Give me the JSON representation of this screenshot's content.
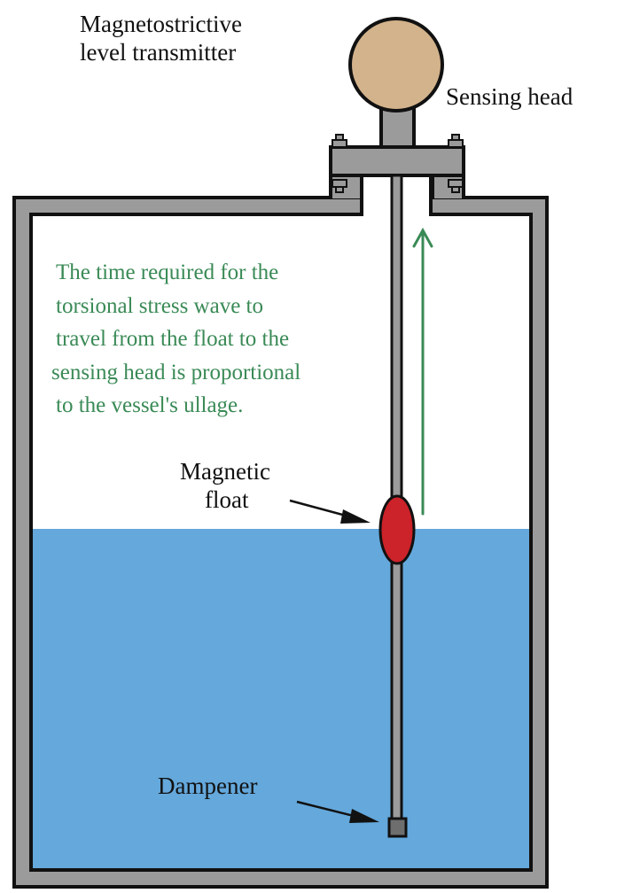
{
  "title_label": {
    "line1": "Magnetostrictive",
    "line2": "level transmitter"
  },
  "labels": {
    "sensing_head": "Sensing head",
    "magnetic_float_line1": "Magnetic",
    "magnetic_float_line2": "float",
    "dampener": "Dampener"
  },
  "annotation": {
    "lines": [
      "The time required for the",
      "torsional stress wave to",
      "travel from the float to the",
      "sensing head is proportional",
      "to the vessel's ullage."
    ]
  },
  "colors": {
    "tank_wall": "#9b9b9b",
    "liquid": "#64a8dc",
    "sensing_head": "#d3b38c",
    "float": "#cc2229",
    "annotation_text": "#3a8a56",
    "wave_arrow": "#3a8a56",
    "dampener": "#6e6e6e",
    "outline": "#111111"
  }
}
